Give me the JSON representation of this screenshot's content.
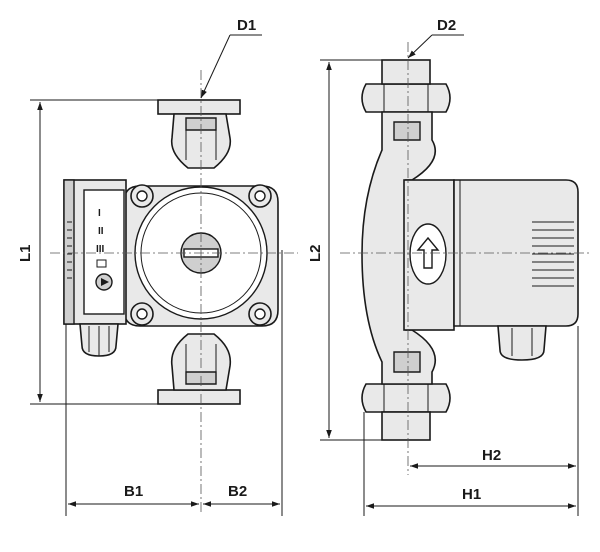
{
  "labels": {
    "d1": "D1",
    "d2": "D2",
    "l1": "L1",
    "l2": "L2",
    "b1": "B1",
    "b2": "B2",
    "h1": "H1",
    "h2": "H2"
  },
  "panel_symbols": [
    "I",
    "II",
    "III"
  ],
  "colors": {
    "line": "#1a1a1a",
    "fill": "#e9e9e9",
    "shade": "#cfcfcf",
    "background": "#ffffff"
  }
}
